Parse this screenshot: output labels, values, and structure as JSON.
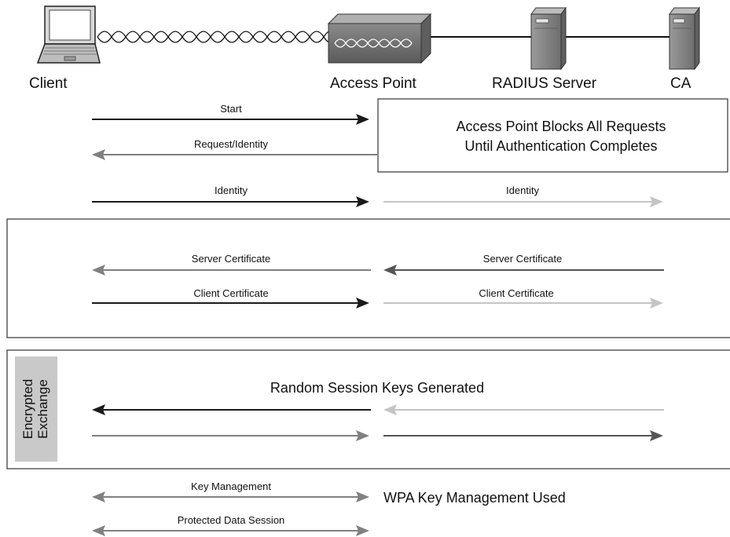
{
  "devices": {
    "client": "Client",
    "access_point": "Access Point",
    "radius_server": "RADIUS Server",
    "ca": "CA"
  },
  "notes": {
    "blocking_line1": "Access Point Blocks All Requests",
    "blocking_line2": "Until Authentication Completes",
    "random_keys": "Random Session Keys Generated",
    "wpa": "WPA Key Management Used"
  },
  "side_label": {
    "line1": "Encrypted",
    "line2": "Exchange"
  },
  "messages": {
    "start": "Start",
    "request_identity": "Request/Identity",
    "identity_left": "Identity",
    "identity_right": "Identity",
    "server_cert_left": "Server Certificate",
    "server_cert_right": "Server Certificate",
    "client_cert_left": "Client Certificate",
    "client_cert_right": "Client Certificate",
    "key_management": "Key Management",
    "protected_data_session": "Protected Data Session"
  },
  "colors": {
    "dark_arrow": "#1a1a1a",
    "medium_arrow": "#808080",
    "light_arrow": "#c4c4c4",
    "mid_dark_arrow": "#555555",
    "box_border": "#333333",
    "label_box_fill": "#c9c9c9"
  },
  "icons": [
    "laptop-icon",
    "access-point-icon",
    "radius-server-icon",
    "ca-server-icon"
  ]
}
